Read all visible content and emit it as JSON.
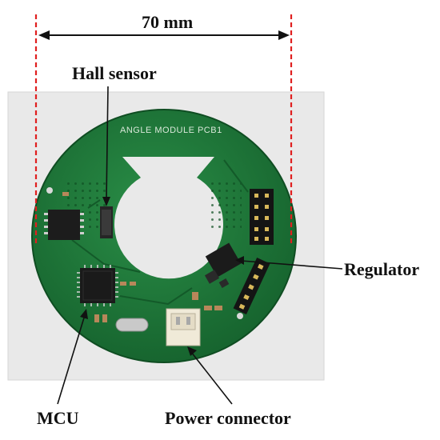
{
  "labels": {
    "dimension": "70 mm",
    "hall_sensor": "Hall sensor",
    "regulator": "Regulator",
    "mcu": "MCU",
    "power_connector": "Power connector"
  },
  "board": {
    "silkscreen_title": "ANGLE MODULE PCB1"
  },
  "colors": {
    "pcb_green": "#1e7a3c",
    "pcb_dark": "#15612e",
    "dimension_line": "#e02020",
    "background_sheet": "#e9e9e9"
  }
}
